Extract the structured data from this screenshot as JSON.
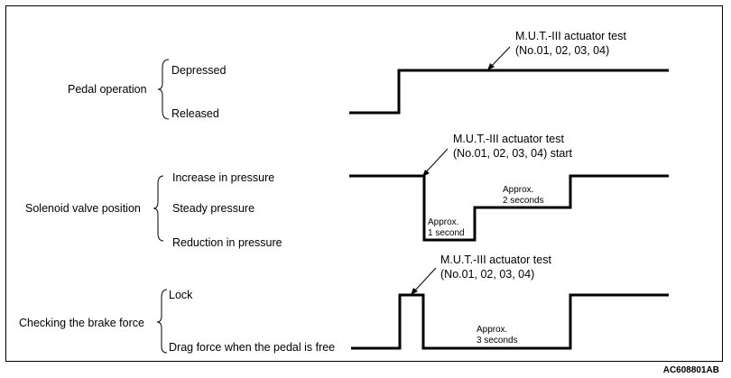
{
  "doc_id": "AC608801AB",
  "pedal": {
    "title": "Pedal operation",
    "levels": [
      "Depressed",
      "Released"
    ],
    "callout": [
      "M.U.T.-III actuator test",
      "(No.01, 02, 03, 04)"
    ]
  },
  "solenoid": {
    "title": "Solenoid valve position",
    "levels": [
      "Increase in pressure",
      "Steady pressure",
      "Reduction in pressure"
    ],
    "callout": [
      "M.U.T.-III actuator test",
      "(No.01, 02, 03, 04) start"
    ],
    "note1": [
      "Approx.",
      "1 second"
    ],
    "note2": [
      "Approx.",
      "2 seconds"
    ]
  },
  "brake": {
    "title": "Checking the brake force",
    "levels": [
      "Lock",
      "Drag force when the pedal is free"
    ],
    "callout": [
      "M.U.T.-III actuator test",
      "(No.01, 02, 03, 04)"
    ],
    "note": [
      "Approx.",
      "3 seconds"
    ]
  }
}
